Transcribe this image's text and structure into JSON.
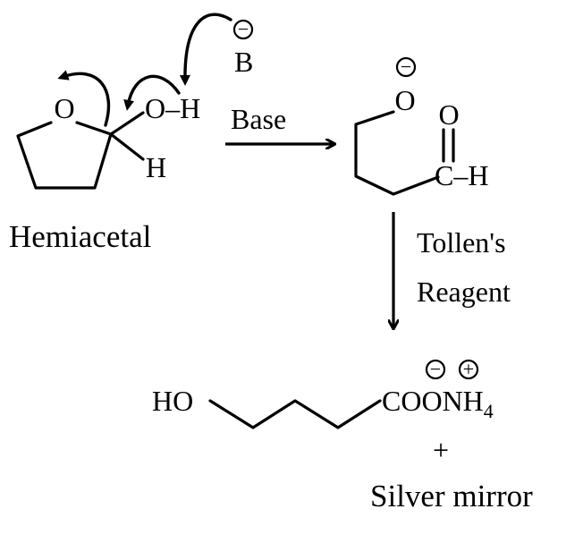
{
  "hemiacetal": {
    "label": "Hemiacetal",
    "ring_oxygen": "O",
    "hydroxyl": "O–H",
    "hydrogen": "H"
  },
  "base_ion": {
    "symbol": "B",
    "charge": "−"
  },
  "step1": {
    "reagent": "Base"
  },
  "intermediate": {
    "alkoxide_o": "O",
    "alkoxide_charge": "−",
    "carbonyl_o": "O",
    "aldehyde": "C–H"
  },
  "step2": {
    "reagent_line1": "Tollen's",
    "reagent_line2": "Reagent"
  },
  "product": {
    "ho": "HO",
    "carboxylate": "COONH",
    "subscript": "4",
    "anion_charge": "−",
    "cation_charge": "+",
    "plus": "+",
    "byproduct": "Silver mirror"
  }
}
